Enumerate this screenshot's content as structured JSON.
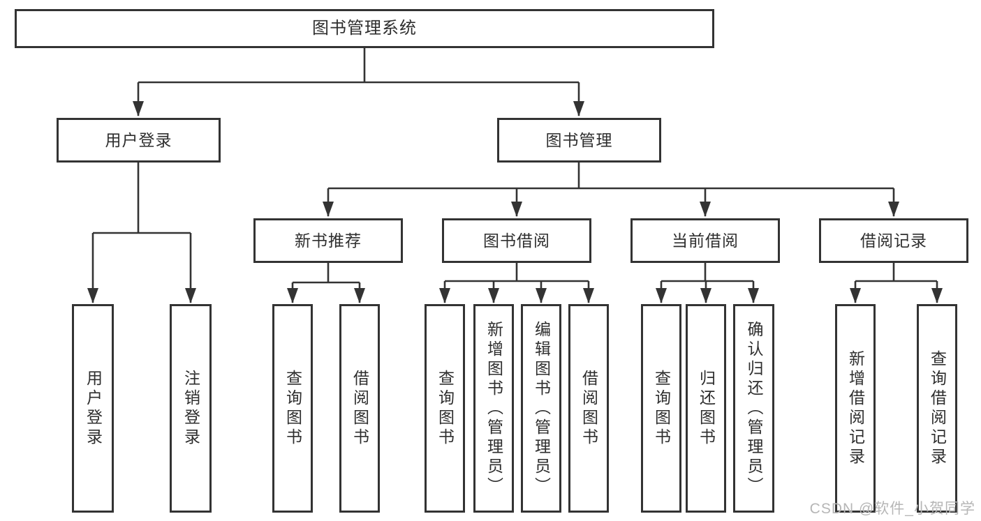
{
  "diagram_title": "图书管理系统",
  "watermark": "CSDN @软件_小贺同学",
  "colors": {
    "line": "#333333",
    "box_border": "#333333",
    "text": "#2e2e2e",
    "watermark": "#b6b6b6",
    "background": "#ffffff"
  },
  "tree": {
    "root": {
      "label": "图书管理系统"
    },
    "branches": [
      {
        "label": "用户登录",
        "children": [
          {
            "label": "用户登录"
          },
          {
            "label": "注销登录"
          }
        ]
      },
      {
        "label": "图书管理",
        "children": [
          {
            "label": "新书推荐",
            "children": [
              {
                "label": "查询图书"
              },
              {
                "label": "借阅图书"
              }
            ]
          },
          {
            "label": "图书借阅",
            "children": [
              {
                "label": "查询图书"
              },
              {
                "label": "新增图书（管理员）"
              },
              {
                "label": "编辑图书（管理员）"
              },
              {
                "label": "借阅图书"
              }
            ]
          },
          {
            "label": "当前借阅",
            "children": [
              {
                "label": "查询图书"
              },
              {
                "label": "归还图书"
              },
              {
                "label": "确认归还（管理员）"
              }
            ]
          },
          {
            "label": "借阅记录",
            "children": [
              {
                "label": "新增借阅记录"
              },
              {
                "label": "查询借阅记录"
              }
            ]
          }
        ]
      }
    ]
  }
}
